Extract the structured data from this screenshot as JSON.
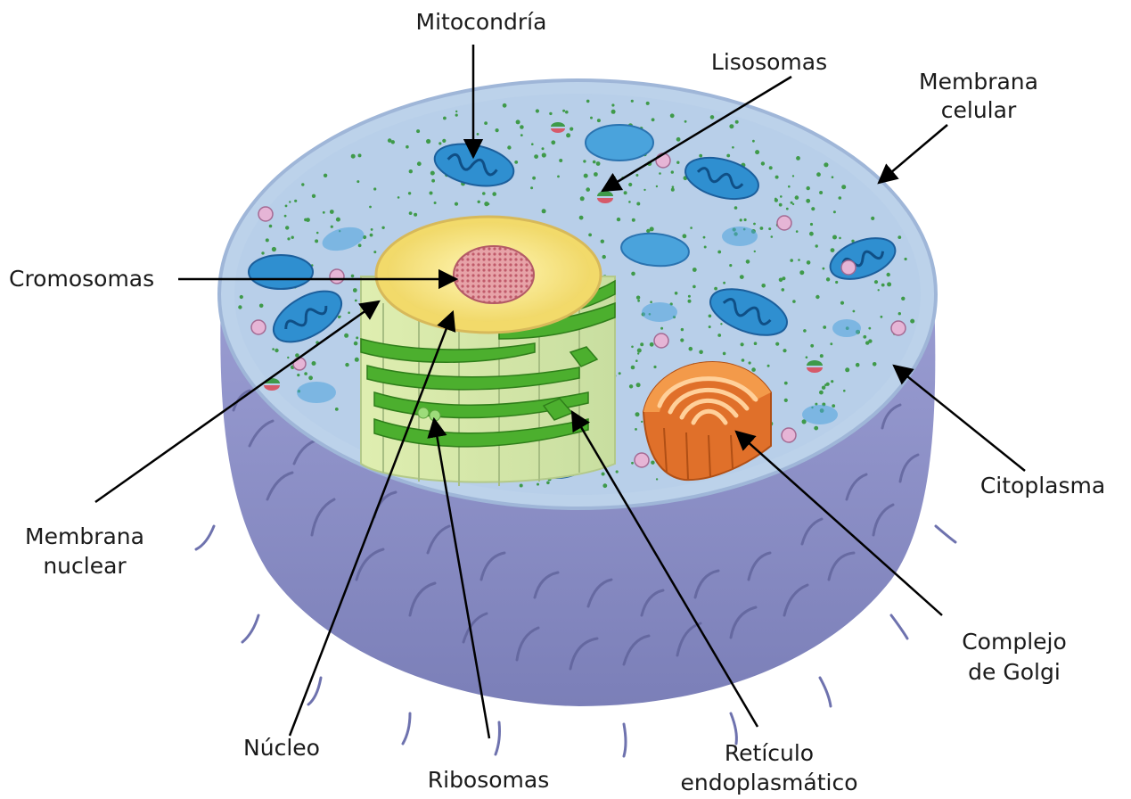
{
  "labels": {
    "mitocondria": "Mitocondría",
    "lisosomas": "Lisosomas",
    "membrana_celular": [
      "Membrana",
      "celular"
    ],
    "cromosomas": "Cromosomas",
    "membrana_nuclear": [
      "Membrana",
      "nuclear"
    ],
    "citoplasma": "Citoplasma",
    "complejo_golgi": [
      "Complejo",
      "de Golgi"
    ],
    "nucleo": "Núcleo",
    "ribosomas": "Ribosomas",
    "reticulo": [
      "Retículo",
      "endoplasmático"
    ]
  },
  "colors": {
    "membrane": "#8e92c8",
    "cytoplasm": "#b7cde6",
    "nucleus": "#f7e88c",
    "chromatin": "#d9828f",
    "er": "#4caf2e",
    "mitochondria": "#2f8fd0",
    "golgi": "#e0702a",
    "lysosome": "#e6b5d6"
  }
}
